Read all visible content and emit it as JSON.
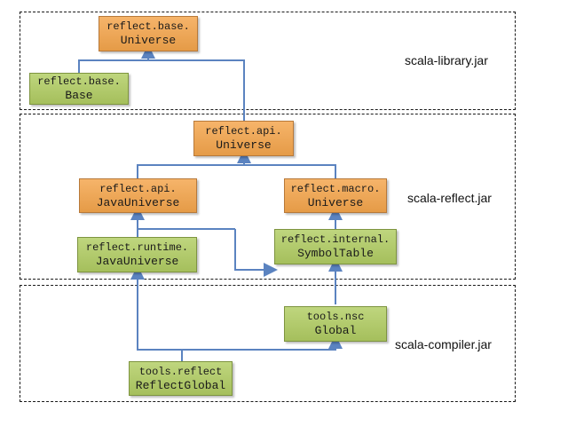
{
  "colors": {
    "orange_fill": "#eda55a",
    "green_fill": "#b3cb6c",
    "connector": "#5b83c0",
    "dashed_border": "#1a1a1a"
  },
  "regions": [
    {
      "id": "library",
      "label": "scala-library.jar"
    },
    {
      "id": "reflect",
      "label": "scala-reflect.jar"
    },
    {
      "id": "compiler",
      "label": "scala-compiler.jar"
    }
  ],
  "nodes": {
    "base_universe": {
      "package": "reflect.base.",
      "name": "Universe",
      "color": "orange"
    },
    "base_base": {
      "package": "reflect.base.",
      "name": "Base",
      "color": "green"
    },
    "api_universe": {
      "package": "reflect.api.",
      "name": "Universe",
      "color": "orange"
    },
    "api_javauniverse": {
      "package": "reflect.api.",
      "name": "JavaUniverse",
      "color": "orange"
    },
    "macro_universe": {
      "package": "reflect.macro.",
      "name": "Universe",
      "color": "orange"
    },
    "runtime_javauniverse": {
      "package": "reflect.runtime.",
      "name": "JavaUniverse",
      "color": "green"
    },
    "internal_symboltable": {
      "package": "reflect.internal.",
      "name": "SymbolTable",
      "color": "green"
    },
    "nsc_global": {
      "package": "tools.nsc",
      "name": "Global",
      "color": "green"
    },
    "reflect_reflectglobal": {
      "package": "tools.reflect",
      "name": "ReflectGlobal",
      "color": "green"
    }
  },
  "edges": [
    {
      "from": "base_base",
      "to": "base_universe"
    },
    {
      "from": "api_universe",
      "to": "base_universe"
    },
    {
      "from": "api_javauniverse",
      "to": "api_universe"
    },
    {
      "from": "macro_universe",
      "to": "api_universe"
    },
    {
      "from": "runtime_javauniverse",
      "to": "api_javauniverse"
    },
    {
      "from": "internal_symboltable",
      "to": "macro_universe"
    },
    {
      "from": "api_javauniverse",
      "to": "internal_symboltable"
    },
    {
      "from": "nsc_global",
      "to": "internal_symboltable"
    },
    {
      "from": "reflect_reflectglobal",
      "to": "runtime_javauniverse"
    },
    {
      "from": "reflect_reflectglobal",
      "to": "nsc_global"
    }
  ]
}
